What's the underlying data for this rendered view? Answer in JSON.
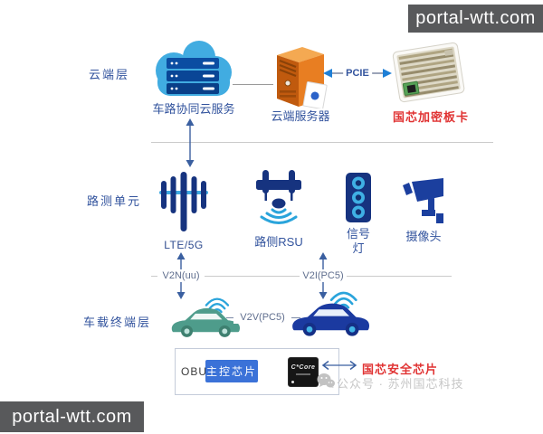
{
  "watermark": {
    "top_right": "portal-wtt.com",
    "bottom_left": "portal-wtt.com"
  },
  "layers": [
    {
      "id": "cloud",
      "label": "云端层"
    },
    {
      "id": "roadside",
      "label": "路测单元"
    },
    {
      "id": "vehicle",
      "label": "车载终端层"
    }
  ],
  "cloud_layer": {
    "cloud_service": {
      "label": "车路协同云服务"
    },
    "server": {
      "label": "云端服务器"
    },
    "pcie": {
      "label": "PCIE"
    },
    "crypto_board": {
      "label": "国芯加密板卡"
    }
  },
  "roadside_layer": {
    "antenna": {
      "label": "LTE/5G"
    },
    "rsu": {
      "label": "路侧RSU"
    },
    "traffic_light": {
      "label": "信号灯"
    },
    "camera": {
      "label": "摄像头"
    }
  },
  "links": {
    "v2n": {
      "label": "V2N(uu)"
    },
    "v2i": {
      "label": "V2I(PC5)"
    },
    "v2v": {
      "label": "V2V(PC5)"
    }
  },
  "vehicle_layer": {
    "obu": {
      "label": "OBU",
      "main_chip": "主控芯片",
      "security_chip_brand": "C*Core"
    },
    "security_chip": {
      "label": "国芯安全芯片"
    }
  },
  "footer": {
    "wechat_account": "公众号 · 苏州国芯科技"
  },
  "colors": {
    "accent_blue": "#3fa9e0",
    "dark_navy": "#16337f",
    "label_blue": "#33549e",
    "orange": "#e87e22",
    "red": "#e03333",
    "arrow_blue": "#3a5fa0",
    "teal_car": "#4e9c8b",
    "blue_car": "#1b3aa0",
    "watermark_bg": "#58595b"
  }
}
